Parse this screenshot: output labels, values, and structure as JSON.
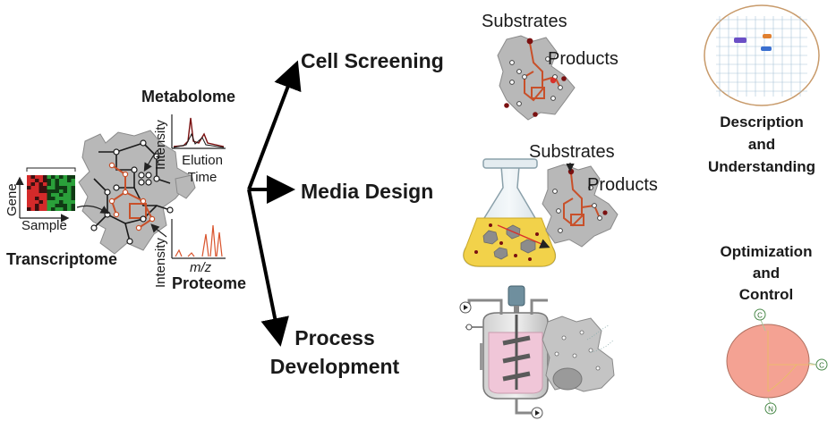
{
  "omics": {
    "metabolome_label": "Metabolome",
    "intensity_label_top": "Intensity",
    "elution_time_label": "Elution\nTime",
    "gene_label": "Gene",
    "sample_label": "Sample",
    "transcriptome_label": "Transcriptome",
    "intensity_label_bottom": "Intensity",
    "mz_label": "m/z",
    "proteome_label": "Proteome"
  },
  "applications": {
    "cell_screening": "Cell Screening",
    "media_design": "Media Design",
    "process_development": "Process\nDevelopment"
  },
  "network_labels": {
    "substrates_top": "Substrates",
    "products_top": "Products",
    "substrates_mid": "Substrates",
    "products_mid": "Products"
  },
  "outcomes": {
    "description": "Description\nand\nUnderstanding",
    "optimization": "Optimization\nand\nControl"
  },
  "control_nodes": [
    "C",
    "C",
    "N"
  ],
  "colors": {
    "network_gray": "#b8b8b8",
    "pathway_orange": "#c8502a",
    "node_dark": "#7a1010",
    "media_yellow": "#f2d24a",
    "control_circle": "#f4a293",
    "heatmap_red": "#d42a2a",
    "heatmap_green": "#2aa03a",
    "arrow": "#000000"
  }
}
